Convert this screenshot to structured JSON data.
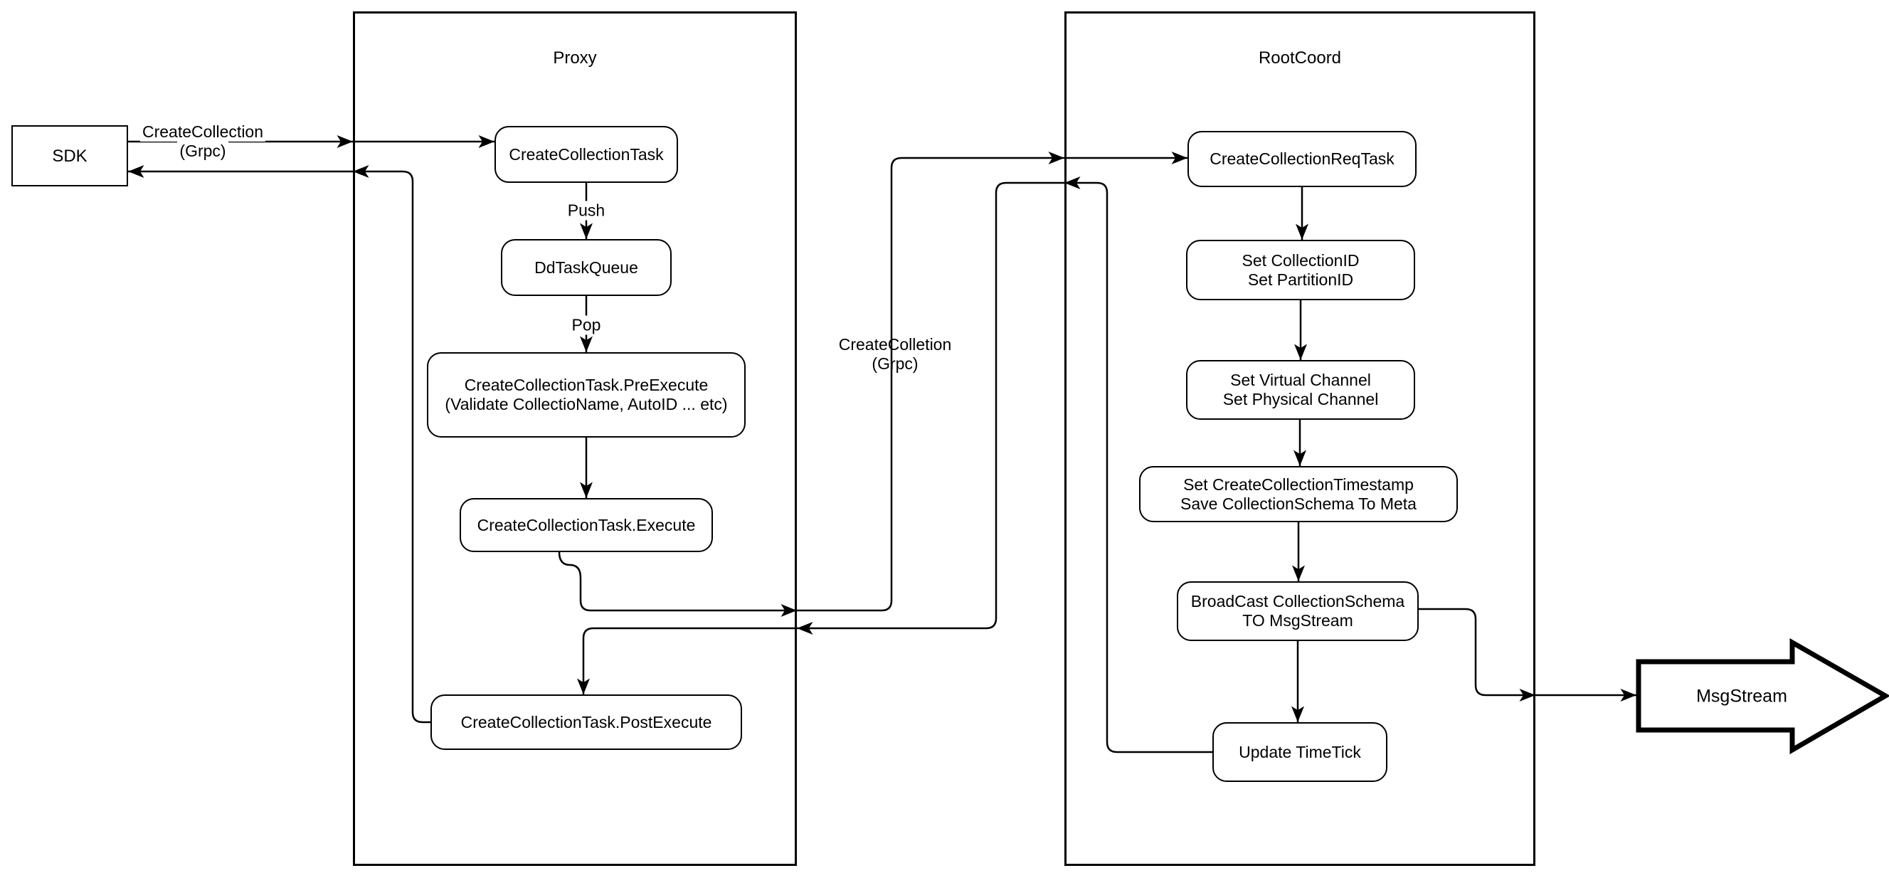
{
  "diagram": {
    "colors": {
      "stroke": "#000000",
      "background": "#ffffff"
    },
    "containers": {
      "proxy": {
        "title": "Proxy"
      },
      "rootcoord": {
        "title": "RootCoord"
      }
    },
    "nodes": {
      "sdk": {
        "label": "SDK"
      },
      "create_collection_task": {
        "label": "CreateCollectionTask"
      },
      "dd_task_queue": {
        "label": "DdTaskQueue"
      },
      "pre_execute": {
        "line1": "CreateCollectionTask.PreExecute",
        "line2": "(Validate CollectioName, AutoID ... etc)"
      },
      "execute": {
        "label": "CreateCollectionTask.Execute"
      },
      "post_execute": {
        "label": "CreateCollectionTask.PostExecute"
      },
      "create_collection_req_task": {
        "label": "CreateCollectionReqTask"
      },
      "set_ids": {
        "line1": "Set CollectionID",
        "line2": "Set PartitionID"
      },
      "set_channels": {
        "line1": "Set Virtual Channel",
        "line2": "Set Physical Channel"
      },
      "set_timestamp": {
        "line1": "Set CreateCollectionTimestamp",
        "line2": "Save CollectionSchema To Meta"
      },
      "broadcast": {
        "line1": "BroadCast CollectionSchema",
        "line2": "TO MsgStream"
      },
      "update_timetick": {
        "label": "Update TimeTick"
      }
    },
    "edge_labels": {
      "sdk_grpc": {
        "line1": "CreateCollection",
        "line2": "(Grpc)"
      },
      "push": "Push",
      "pop": "Pop",
      "proxy_grpc": {
        "line1": "CreateColletion",
        "line2": "(Grpc)"
      }
    },
    "terminal": {
      "msgstream": "MsgStream"
    }
  }
}
